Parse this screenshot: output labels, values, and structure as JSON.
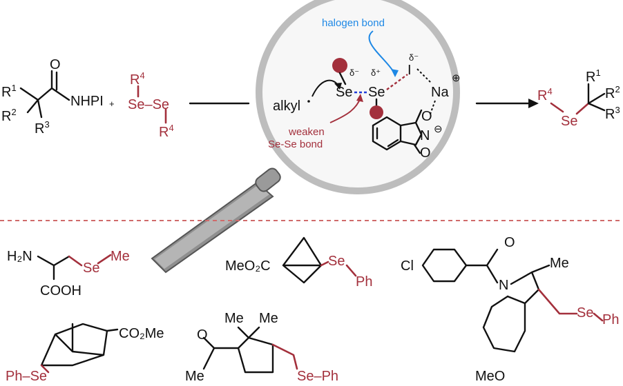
{
  "colors": {
    "accent_red": "#a3303c",
    "halogen_blue": "#1e88e5",
    "ink": "#111111",
    "lens_gray": "#bfbfbf"
  },
  "scheme": {
    "reactant1": {
      "r1": "R",
      "r1_sup": "1",
      "r2": "R",
      "r2_sup": "2",
      "r3": "R",
      "r3_sup": "3",
      "o": "O",
      "group": "NHPI"
    },
    "plus": "+",
    "diselenide": {
      "top_r": "R",
      "top_sup": "4",
      "se_se": "Se–Se",
      "bottom_r": "R",
      "bottom_sup": "4"
    },
    "product": {
      "r4": "R",
      "r4_sup": "4",
      "se": "Se",
      "r1": "R",
      "r1_sup": "1",
      "r2": "R",
      "r2_sup": "2",
      "r3": "R",
      "r3_sup": "3"
    }
  },
  "mechanism": {
    "halogen_bond_label": "halogen bond",
    "alkyl": "alkyl",
    "se_left": "Se",
    "se_right": "Se",
    "delta_minus_1": "δ⁻",
    "delta_plus": "δ⁺",
    "delta_minus_2": "δ⁻",
    "iodine": "I",
    "sodium": "Na",
    "na_charge": "⊕",
    "o_label": "O",
    "n_label": "N",
    "n_charge": "⊖",
    "weaken_line1": "weaken",
    "weaken_line2": "Se-Se bond",
    "o_bottom": "O"
  },
  "examples": {
    "ex1": {
      "h2n": "H₂N",
      "cooh": "COOH",
      "se": "Se",
      "me": "Me"
    },
    "ex2": {
      "meo2c": "MeO₂C",
      "se": "Se",
      "ph": "Ph"
    },
    "ex3": {
      "cl": "Cl",
      "o": "O",
      "n": "N",
      "me": "Me",
      "se": "Se",
      "ph": "Ph",
      "meo": "MeO"
    },
    "ex4": {
      "co2me": "CO₂Me",
      "phse": "Ph–Se"
    },
    "ex5": {
      "me1": "Me",
      "me2": "Me",
      "o": "O",
      "me3": "Me",
      "sephi": "Se–Ph"
    }
  }
}
